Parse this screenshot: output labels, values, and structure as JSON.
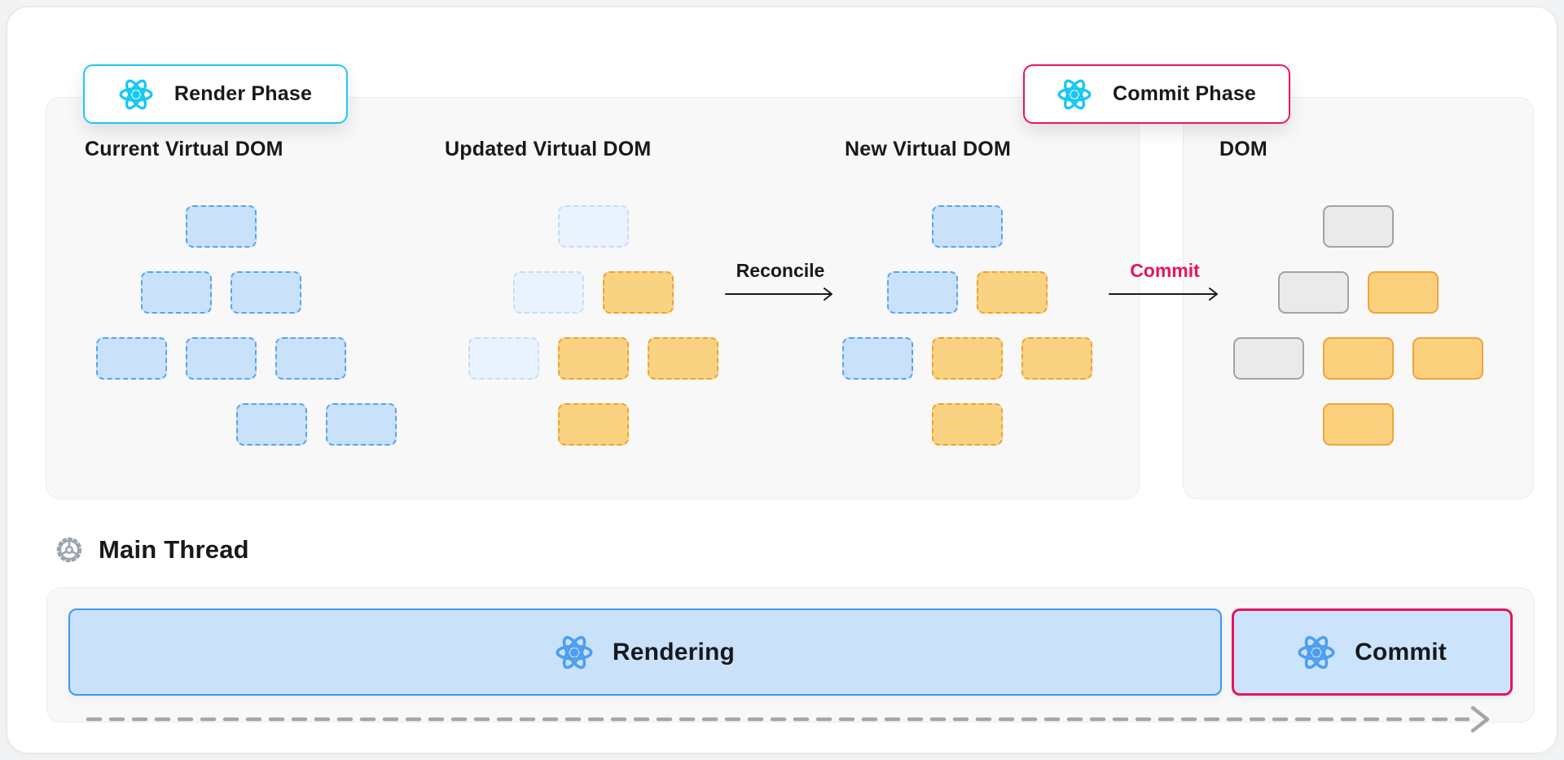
{
  "badges": {
    "render": {
      "label": "Render Phase"
    },
    "commit": {
      "label": "Commit Phase"
    }
  },
  "trees": [
    {
      "id": "current",
      "title": "Current Virtual DOM",
      "rows": [
        {
          "offset": 0,
          "nodes": [
            "blue"
          ]
        },
        {
          "offset": 0,
          "nodes": [
            "blue",
            "blue"
          ]
        },
        {
          "offset": 0,
          "nodes": [
            "blue",
            "blue",
            "blue"
          ]
        },
        {
          "offset": 117,
          "nodes": [
            "blue",
            "blue"
          ]
        }
      ]
    },
    {
      "id": "updated",
      "title": "Updated Virtual DOM",
      "rows": [
        {
          "offset": 0,
          "nodes": [
            "faded"
          ]
        },
        {
          "offset": 0,
          "nodes": [
            "faded",
            "orange"
          ]
        },
        {
          "offset": 0,
          "nodes": [
            "faded",
            "orange",
            "orange"
          ]
        },
        {
          "offset": 0,
          "nodes": [
            "orange"
          ]
        }
      ]
    },
    {
      "id": "new",
      "title": "New Virtual DOM",
      "rows": [
        {
          "offset": 0,
          "nodes": [
            "blue"
          ]
        },
        {
          "offset": 0,
          "nodes": [
            "blue",
            "orange"
          ]
        },
        {
          "offset": 0,
          "nodes": [
            "blue",
            "orange",
            "orange"
          ]
        },
        {
          "offset": 0,
          "nodes": [
            "orange"
          ]
        }
      ]
    },
    {
      "id": "dom",
      "title": "DOM",
      "rows": [
        {
          "offset": 0,
          "nodes": [
            "gray-solid"
          ]
        },
        {
          "offset": 0,
          "nodes": [
            "gray-solid",
            "orange-solid"
          ]
        },
        {
          "offset": 0,
          "nodes": [
            "gray-solid",
            "orange-solid",
            "orange-solid"
          ]
        },
        {
          "offset": 0,
          "nodes": [
            "orange-solid"
          ]
        }
      ]
    }
  ],
  "arrows": {
    "reconcile": {
      "label": "Reconcile"
    },
    "commit": {
      "label": "Commit"
    }
  },
  "main_thread": {
    "label": "Main Thread"
  },
  "timeline": {
    "rendering": {
      "label": "Rendering"
    },
    "commit": {
      "label": "Commit"
    }
  },
  "colors": {
    "react_cyan": "#15c8f2",
    "react_blue": "#4d9ff0",
    "badge_cyan_border": "#1ec9f2",
    "pink": "#e5145e",
    "arrow_black": "#1a1a1a",
    "axis_gray": "#a6a6a6",
    "gear_gray": "#9ca3af",
    "node_blue_fill": "#c9e2fa",
    "node_blue_border": "#55a3f1",
    "node_faded_fill": "#eaf2fd",
    "node_orange_fill": "#fad382",
    "node_orange_border": "#eca22e",
    "node_gray_fill": "#eaeaea",
    "node_gray_border": "#a3a3a3"
  }
}
